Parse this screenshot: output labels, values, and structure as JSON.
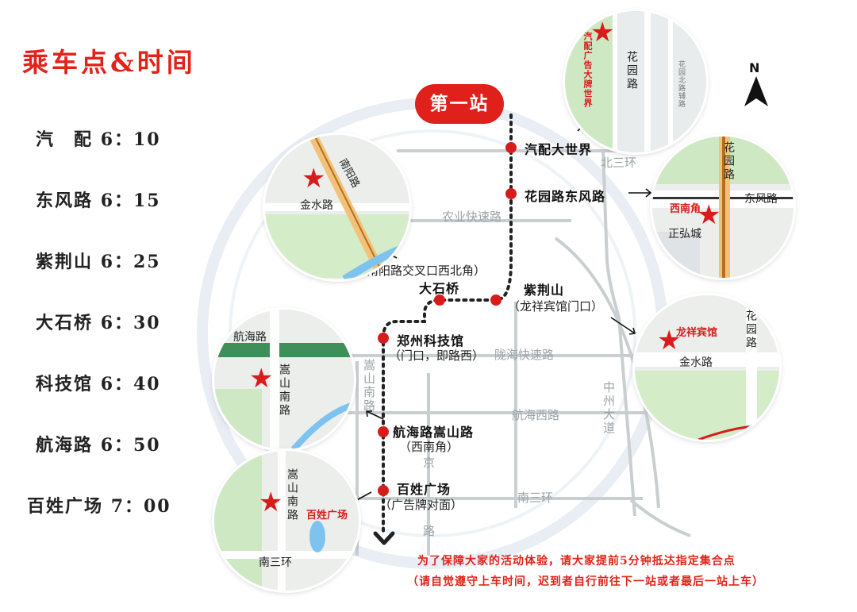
{
  "title": "乘车点&时间",
  "schedule": [
    {
      "stop": "汽　配",
      "time": "6：10"
    },
    {
      "stop": "东风路",
      "time": "6：15"
    },
    {
      "stop": "紫荆山",
      "time": "6：25"
    },
    {
      "stop": "大石桥",
      "time": "6：30"
    },
    {
      "stop": "科技馆",
      "time": "6：40"
    },
    {
      "stop": "航海路",
      "time": "6：50"
    },
    {
      "stop": "百姓广场",
      "time": "7：00"
    }
  ],
  "first_stop_badge": "第一站",
  "route_stops": [
    {
      "name": "汽配大世界",
      "note": ""
    },
    {
      "name": "花园路东风路",
      "note": ""
    },
    {
      "name": "紫荆山",
      "note": "（龙祥宾馆门口）"
    },
    {
      "name": "大石桥",
      "note": "（金水路南阳路交叉口西北角）"
    },
    {
      "name": "郑州科技馆",
      "note": "（门口，即路西）"
    },
    {
      "name": "航海路嵩山路",
      "note": "（西南角）"
    },
    {
      "name": "百姓广场",
      "note": "（广告牌对面）"
    }
  ],
  "roads": {
    "north_ring": "北三环",
    "nongye": "农业快速路",
    "longhai": "陇海快速路",
    "hanghai_west": "航海西路",
    "south_ring": "南三环",
    "songshan": "嵩山南路",
    "zhongzhou": "中州大道",
    "jing": "京",
    "lu": "路"
  },
  "inset_maps": {
    "qipei": {
      "poi": "汽配广告大牌世界",
      "road": "花园路",
      "road2": "花园北路辅路"
    },
    "dongfeng": {
      "corner": "西南角",
      "road_h": "东风路",
      "road_v": "花园路",
      "place": "正弘城"
    },
    "jinshui": {
      "road_h": "金水路",
      "road_diag": "南阳路"
    },
    "longxiang": {
      "poi": "龙祥宾馆",
      "road_h": "金水路",
      "road_v": "花园路"
    },
    "kejiguan": {
      "road_h": "航海路",
      "road_v": "嵩山南路"
    },
    "baixing": {
      "poi": "百姓广场",
      "road_v": "嵩山南路",
      "road_h": "南三环"
    }
  },
  "compass": "N",
  "notice": {
    "line1": "为了保障大家的活动体验，请大家提前5分钟抵达指定集合点",
    "line2": "（请自觉遵守上车时间，迟到者自行前往下一站或者最后一站上车）"
  },
  "colors": {
    "accent_red": "#e2231a",
    "stop_red": "#d81b1b",
    "route_dot": "#222222",
    "road_gray": "#c9cfd1"
  }
}
